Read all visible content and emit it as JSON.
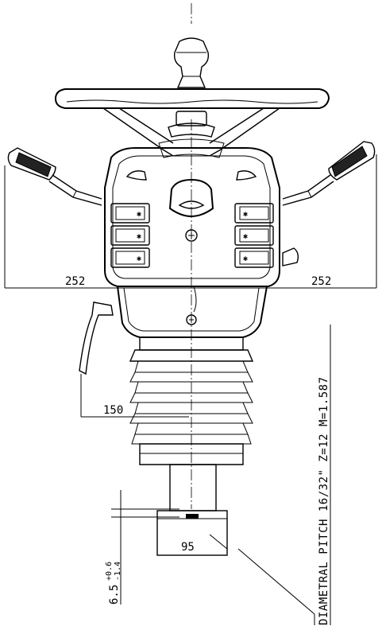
{
  "dimensions": {
    "left_width": "252",
    "right_width": "252",
    "lever_height": "150",
    "base_width": "95",
    "shaft_offset_main": "6.5",
    "shaft_offset_plus": "+0.6",
    "shaft_offset_minus": "-1.4"
  },
  "note": {
    "spline_spec": "DIAMETRAL PITCH 16/32\" Z=12 M=1.587"
  },
  "switch_symbol": "✱"
}
